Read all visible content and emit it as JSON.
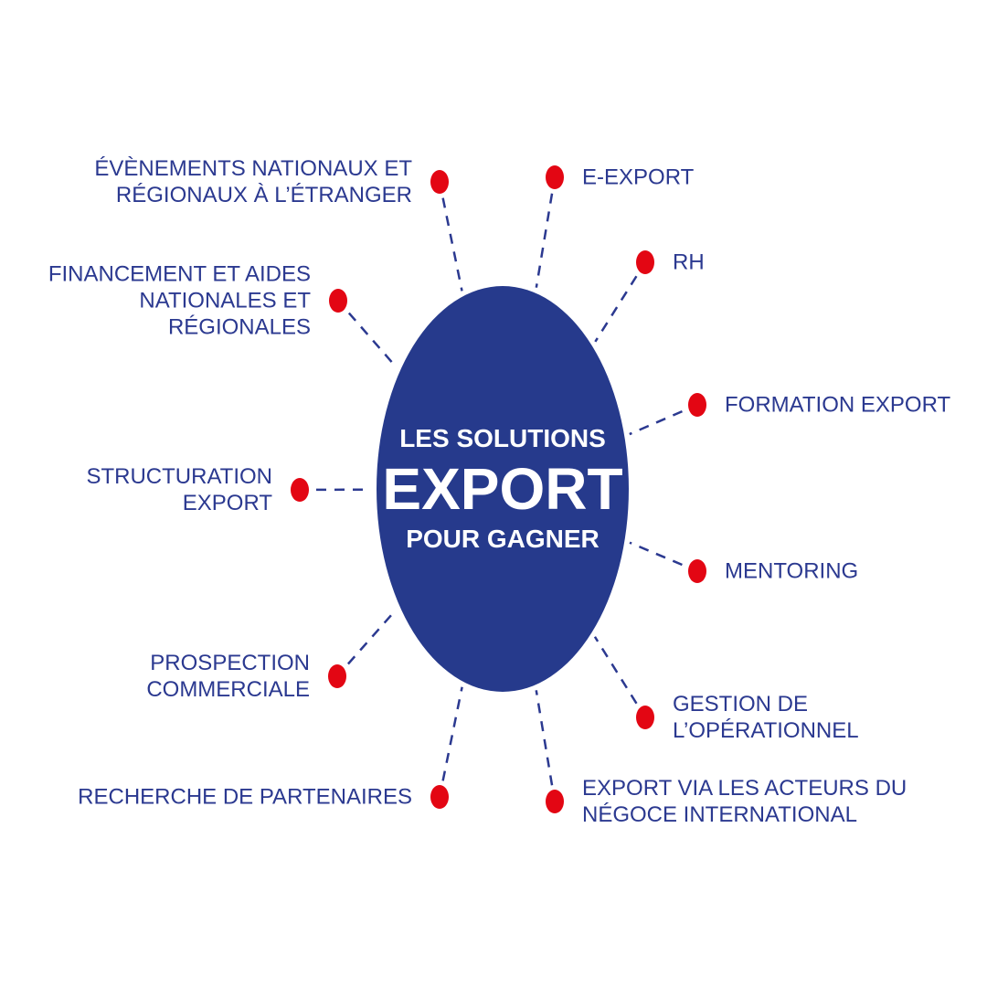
{
  "center": {
    "line1": "LES SOLUTIONS",
    "line2": "EXPORT",
    "line3": "POUR GAGNER"
  },
  "branches": [
    {
      "label": "ÉVÈNEMENTS NATIONAUX ET RÉGIONAUX À L’ÉTRANGER"
    },
    {
      "label": "E-EXPORT"
    },
    {
      "label": "RH"
    },
    {
      "label": "FINANCEMENT ET AIDES",
      "label2": "NATIONALES ET RÉGIONALES"
    },
    {
      "label": "FORMATION EXPORT"
    },
    {
      "label": "STRUCTURATION EXPORT"
    },
    {
      "label": "MENTORING"
    },
    {
      "label": "PROSPECTION COMMERCIALE"
    },
    {
      "label": "GESTION DE L’OPÉRATIONNEL"
    },
    {
      "label": "RECHERCHE DE PARTENAIRES"
    },
    {
      "label": "EXPORT VIA LES ACTEURS DU NÉGOCE INTERNATIONAL"
    }
  ],
  "colors": {
    "circle": "#263a8c",
    "dot": "#e30613",
    "text": "#2b3990",
    "line": "#2b3990"
  }
}
